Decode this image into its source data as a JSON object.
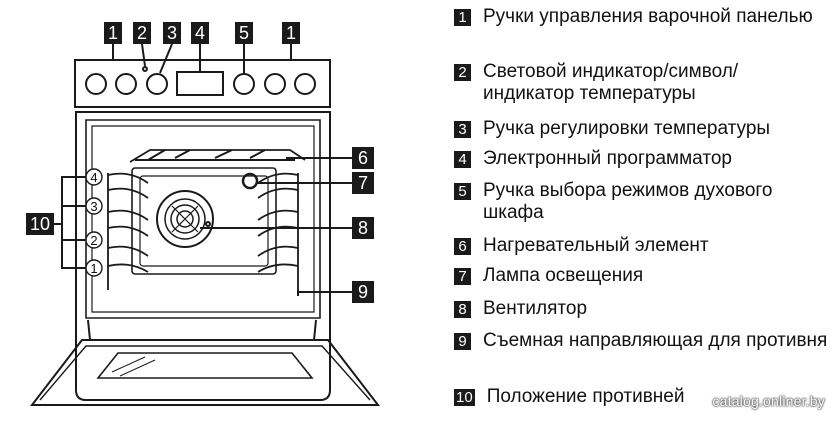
{
  "callouts": {
    "c1a": "1",
    "c2": "2",
    "c3": "3",
    "c4": "4",
    "c5": "5",
    "c1b": "1",
    "c6": "6",
    "c7": "7",
    "c8": "8",
    "c9": "9",
    "c10": "10"
  },
  "shelf_positions": [
    "4",
    "3",
    "2",
    "1"
  ],
  "legend": [
    {
      "num": "1",
      "text": "Ручки управления варочной панелью"
    },
    {
      "num": "2",
      "text": "Световой индикатор/символ/ индикатор температуры"
    },
    {
      "num": "3",
      "text": "Ручка регулировки температуры"
    },
    {
      "num": "4",
      "text": "Электронный программатор"
    },
    {
      "num": "5",
      "text": "Ручка выбора режимов духового шкафа"
    },
    {
      "num": "6",
      "text": "Нагревательный элемент"
    },
    {
      "num": "7",
      "text": "Лампа освещения"
    },
    {
      "num": "8",
      "text": "Вентилятор"
    },
    {
      "num": "9",
      "text": "Съемная направляющая для противня"
    },
    {
      "num": "10",
      "text": "Положение противней"
    }
  ],
  "watermark": "catalog.onliner.by"
}
